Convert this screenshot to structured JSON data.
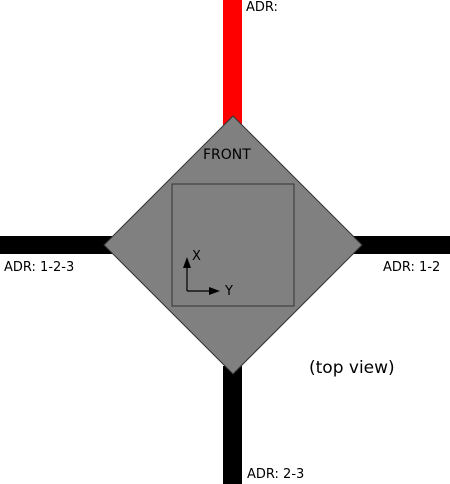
{
  "diagram": {
    "labels": {
      "top_adr": "ADR:",
      "left_adr": "ADR: 1-2-3",
      "right_adr": "ADR: 1-2",
      "bottom_adr": "ADR: 2-3",
      "front": "FRONT",
      "axis_x": "X",
      "axis_y": "Y",
      "view_note": "(top view)"
    },
    "colors": {
      "top_pipe": "#ff0000",
      "pipes": "#000000",
      "body": "#808080",
      "outline": "#333333",
      "background": "#ffffff"
    }
  }
}
